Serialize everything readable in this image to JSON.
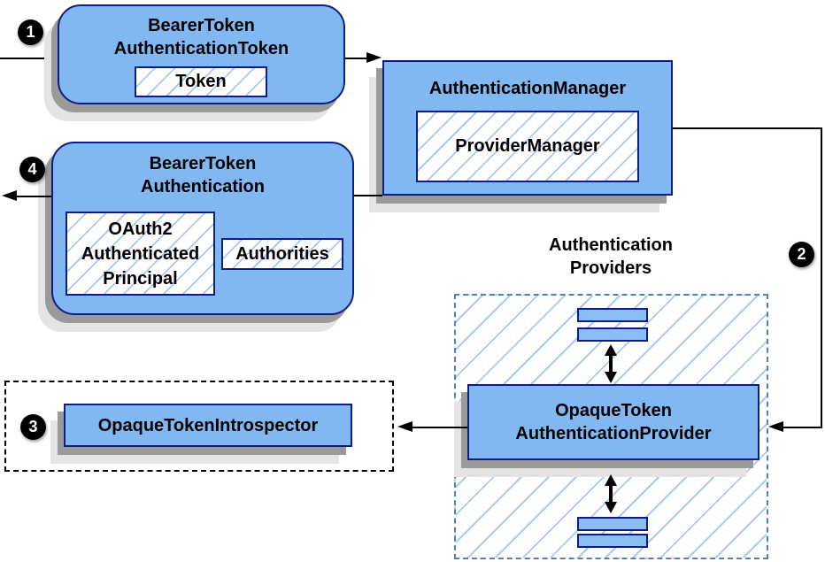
{
  "colors": {
    "node_fill": "#82b8f2",
    "bar_fill": "#8abdf4",
    "node_border": "#0d1c87",
    "hatch_line": "#aac9f0",
    "container_dash_border": "#4d7fc4",
    "line_color": "#000000",
    "shadow_dark": "#9a9a9a",
    "shadow_light": "#e4e4e4",
    "badge_bg": "#000000",
    "badge_text": "#ffffff"
  },
  "badges": {
    "step1": "1",
    "step2": "2",
    "step3": "3",
    "step4": "4"
  },
  "nodes": {
    "bearer_token_authentication_token": {
      "title_line1": "BearerToken",
      "title_line2": "AuthenticationToken",
      "token_label": "Token"
    },
    "authentication_manager": {
      "title": "AuthenticationManager",
      "provider_manager_label": "ProviderManager"
    },
    "bearer_token_authentication": {
      "title_line1": "BearerToken",
      "title_line2": "Authentication",
      "principal_line1": "OAuth2",
      "principal_line2": "Authenticated",
      "principal_line3": "Principal",
      "authorities_label": "Authorities"
    },
    "authentication_providers_group": {
      "label_line1": "Authentication",
      "label_line2": "Providers"
    },
    "opaque_token_authentication_provider": {
      "title_line1": "OpaqueToken",
      "title_line2": "AuthenticationProvider"
    },
    "opaque_token_introspector": {
      "title": "OpaqueTokenIntrospector"
    }
  }
}
